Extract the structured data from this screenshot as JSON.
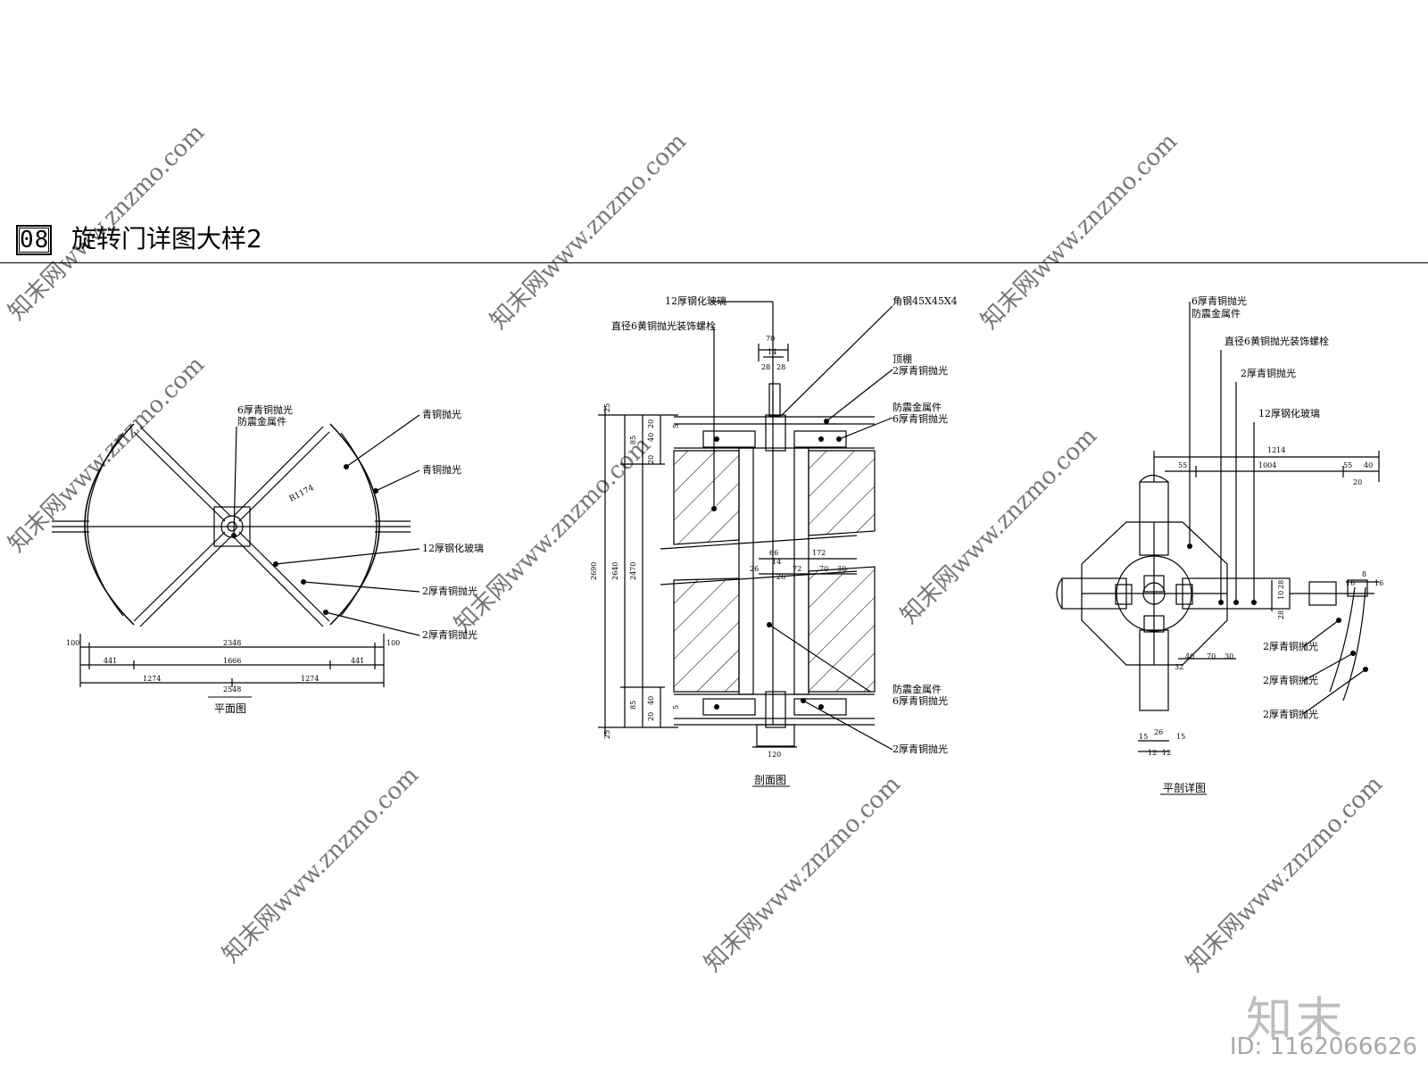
{
  "header": {
    "section_number": "08",
    "title": "旋转门详图大样2"
  },
  "plan": {
    "caption": "平面图",
    "labels": {
      "fitting": "6厚青铜抛光",
      "fitting2": "防震金属件",
      "bronze1": "青铜抛光",
      "bronze2": "青铜抛光",
      "glass": "12厚钢化玻璃",
      "plate1": "2厚青铜抛光",
      "plate2": "2厚青铜抛光",
      "radius": "R1174"
    },
    "dims": {
      "d100l": "100",
      "d2348": "2348",
      "d100r": "100",
      "d441l": "441",
      "d1666": "1666",
      "d441r": "441",
      "d1274l": "1274",
      "d1274r": "1274",
      "d2548": "2548"
    }
  },
  "section": {
    "caption": "剖面图",
    "labels": {
      "glass": "12厚钢化玻璃",
      "bolt": "直径6黄铜抛光装饰螺栓",
      "angle": "角钢45X45X4",
      "ceiling": "顶棚",
      "ceiling2": "2厚青铜抛光",
      "fitting_top": "防震金属件",
      "fitting_top2": "6厚青铜抛光",
      "fitting_bot": "防震金属件",
      "fitting_bot2": "6厚青铜抛光",
      "plate": "2厚青铜抛光"
    },
    "dims": {
      "d70": "70",
      "d14": "14",
      "d28a": "28",
      "d28b": "28",
      "d25t": "25",
      "d2690": "2690",
      "d2640": "2640",
      "d2470": "2470",
      "d20a": "20",
      "d40a": "40",
      "d85a": "85",
      "d20b": "20",
      "d5a": "5",
      "d66": "66",
      "d172": "172",
      "d14b": "14",
      "d26a": "26",
      "d72": "72",
      "d70b": "70",
      "d30": "30",
      "d26b": "26",
      "d85b": "85",
      "d20c": "20",
      "d40b": "40",
      "d5b": "5",
      "d25b": "25",
      "d120": "120"
    }
  },
  "detail": {
    "caption": "平剖详图",
    "labels": {
      "fitting": "6厚青铜抛光",
      "fitting2": "防震金属件",
      "bolt": "直径6黄铜抛光装饰螺栓",
      "plate": "2厚青铜抛光",
      "glass": "12厚钢化玻璃",
      "p1": "2厚青铜抛光",
      "p2": "2厚青铜抛光",
      "p3": "2厚青铜抛光"
    },
    "dims": {
      "d1214": "1214",
      "d55a": "55",
      "d1004": "1004",
      "d55b": "55",
      "d40a": "40",
      "d20": "20",
      "d28a": "28",
      "d10": "10",
      "d28b": "28",
      "d40b": "40",
      "d70": "70",
      "d30": "30",
      "d32": "32",
      "d16a": "16",
      "d8": "8",
      "d16b": "16",
      "d15a": "15",
      "d26": "26",
      "d15b": "15",
      "d12a": "12",
      "d12b": "12"
    }
  },
  "watermark": {
    "site": "知末网www.znzmo.com",
    "logo": "知末",
    "id": "ID: 1162066626"
  }
}
